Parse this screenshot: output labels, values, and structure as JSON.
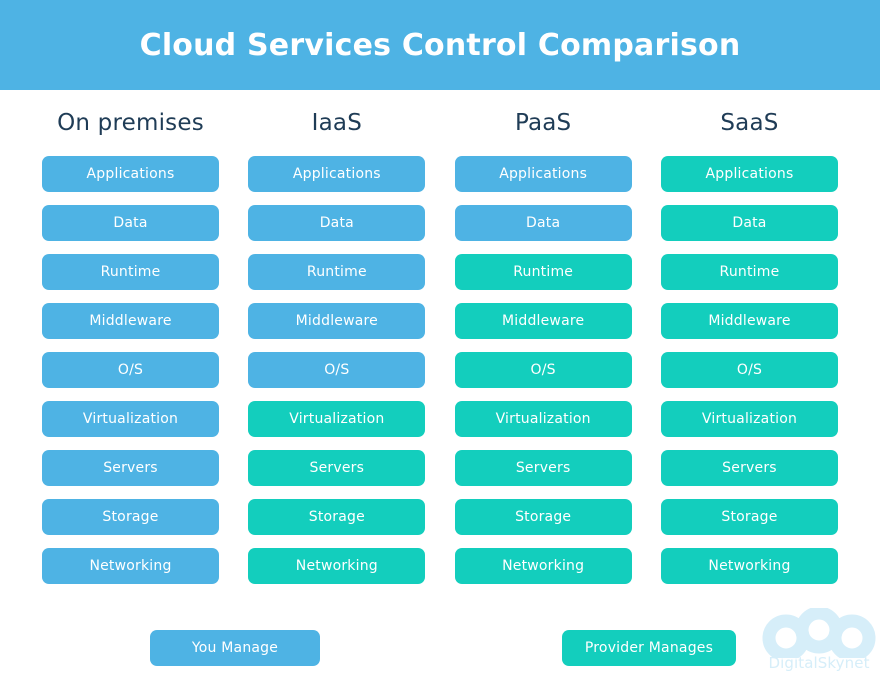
{
  "header": {
    "title": "Cloud Services Control Comparison",
    "background_color": "#4EB3E4",
    "title_color": "#FFFFFF"
  },
  "colors": {
    "you_manage": "#4EB3E4",
    "provider_manages": "#13CEBD",
    "column_header_text": "#1F3C56",
    "cell_text": "#FFFFFF",
    "page_background": "#FFFFFF",
    "watermark": "#D6EEF9"
  },
  "matrix": {
    "layers": [
      "Applications",
      "Data",
      "Runtime",
      "Middleware",
      "O/S",
      "Virtualization",
      "Servers",
      "Storage",
      "Networking"
    ],
    "columns": [
      {
        "header": "On premises",
        "cells": [
          {
            "label": "Applications",
            "owner": "you"
          },
          {
            "label": "Data",
            "owner": "you"
          },
          {
            "label": "Runtime",
            "owner": "you"
          },
          {
            "label": "Middleware",
            "owner": "you"
          },
          {
            "label": "O/S",
            "owner": "you"
          },
          {
            "label": "Virtualization",
            "owner": "you"
          },
          {
            "label": "Servers",
            "owner": "you"
          },
          {
            "label": "Storage",
            "owner": "you"
          },
          {
            "label": "Networking",
            "owner": "you"
          }
        ]
      },
      {
        "header": "IaaS",
        "cells": [
          {
            "label": "Applications",
            "owner": "you"
          },
          {
            "label": "Data",
            "owner": "you"
          },
          {
            "label": "Runtime",
            "owner": "you"
          },
          {
            "label": "Middleware",
            "owner": "you"
          },
          {
            "label": "O/S",
            "owner": "you"
          },
          {
            "label": "Virtualization",
            "owner": "provider"
          },
          {
            "label": "Servers",
            "owner": "provider"
          },
          {
            "label": "Storage",
            "owner": "provider"
          },
          {
            "label": "Networking",
            "owner": "provider"
          }
        ]
      },
      {
        "header": "PaaS",
        "cells": [
          {
            "label": "Applications",
            "owner": "you"
          },
          {
            "label": "Data",
            "owner": "you"
          },
          {
            "label": "Runtime",
            "owner": "provider"
          },
          {
            "label": "Middleware",
            "owner": "provider"
          },
          {
            "label": "O/S",
            "owner": "provider"
          },
          {
            "label": "Virtualization",
            "owner": "provider"
          },
          {
            "label": "Servers",
            "owner": "provider"
          },
          {
            "label": "Storage",
            "owner": "provider"
          },
          {
            "label": "Networking",
            "owner": "provider"
          }
        ]
      },
      {
        "header": "SaaS",
        "cells": [
          {
            "label": "Applications",
            "owner": "provider"
          },
          {
            "label": "Data",
            "owner": "provider"
          },
          {
            "label": "Runtime",
            "owner": "provider"
          },
          {
            "label": "Middleware",
            "owner": "provider"
          },
          {
            "label": "O/S",
            "owner": "provider"
          },
          {
            "label": "Virtualization",
            "owner": "provider"
          },
          {
            "label": "Servers",
            "owner": "provider"
          },
          {
            "label": "Storage",
            "owner": "provider"
          },
          {
            "label": "Networking",
            "owner": "provider"
          }
        ]
      }
    ]
  },
  "legend": {
    "you_manage_label": "You Manage",
    "provider_manages_label": "Provider Manages"
  },
  "watermark": {
    "text": "DigitalSkynet",
    "logo_icon": "three-rings-logo-icon"
  }
}
